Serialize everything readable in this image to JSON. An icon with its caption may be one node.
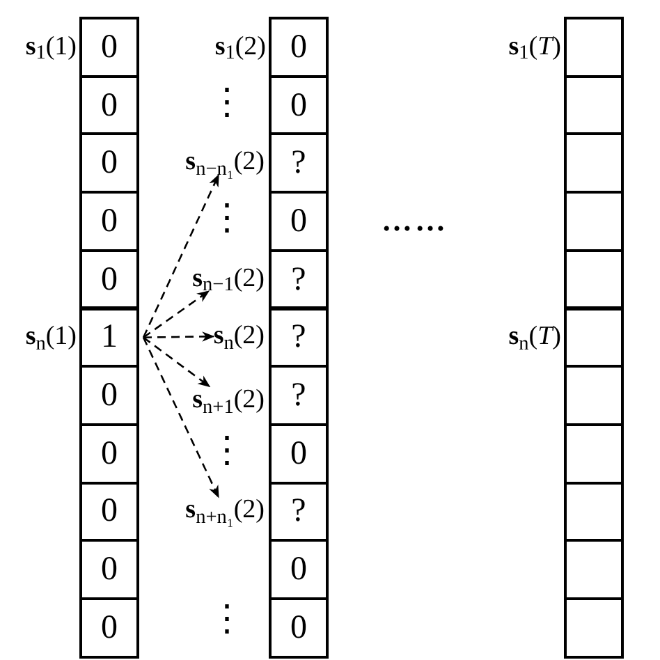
{
  "diagram": {
    "nodes": [
      {
        "text": [
          "0"
        ],
        "beside": [
          "**s**$_{1}$(1)"
        ]
      },
      {
        "text": [
          "0"
        ]
      },
      {
        "text": [
          "0"
        ]
      },
      {
        "text": [
          "0"
        ]
      },
      {
        "text": [
          "0"
        ]
      },
      {
        "text": [
          "1"
        ],
        "beside": [
          "**s**$_{n}$(1)"
        ]
      },
      {
        "text": [
          "0"
        ]
      },
      {
        "text": [
          "0"
        ]
      },
      {
        "text": [
          "0"
        ]
      },
      {
        "text": [
          "0"
        ]
      },
      {
        "text": [
          "0"
        ]
      },
      {
        "text": [
          "**s**$_{n−n₁}$(2)"
        ]
      },
      {
        "text": [
          "**s**$_{n−1}$(2)"
        ]
      },
      {
        "text": [
          "**s**$_{n}$(2)"
        ]
      },
      {
        "text": [
          "**s**$_{n+1}$(2)"
        ]
      },
      {
        "text": [
          "**s**$_{n+n₁}$(2)"
        ]
      },
      {
        "text": [
          "0"
        ],
        "beside": [
          "**s**$_{1}$(2)"
        ]
      },
      {
        "text": [
          "0"
        ]
      },
      {
        "text": [
          "?"
        ]
      },
      {
        "text": [
          "0"
        ]
      },
      {
        "text": [
          "?"
        ]
      },
      {
        "text": [
          "?"
        ]
      },
      {
        "text": [
          "?"
        ]
      },
      {
        "text": [
          "0"
        ]
      },
      {
        "text": [
          "?"
        ]
      },
      {
        "text": [
          "0"
        ]
      },
      {
        "text": [
          "0"
        ]
      },
      {
        "text": [],
        "shape": "box",
        "beside": [
          "**s**$_{1}$(*T*)"
        ]
      },
      {
        "text": [],
        "shape": "box"
      },
      {
        "text": [],
        "shape": "box"
      },
      {
        "text": [],
        "shape": "box"
      },
      {
        "text": [],
        "shape": "box"
      },
      {
        "text": [],
        "shape": "box",
        "beside": [
          "**s**$_{n}$(*T*)"
        ]
      },
      {
        "text": [],
        "shape": "box"
      },
      {
        "text": [],
        "shape": "box"
      },
      {
        "text": [],
        "shape": "box"
      },
      {
        "text": [],
        "shape": "box"
      },
      {
        "text": [],
        "shape": "box"
      }
    ],
    "edges": [
      {
        "from": 5,
        "to": 11,
        "arrow": "to",
        "style": "dashed"
      },
      {
        "from": 5,
        "to": 12,
        "arrow": "to",
        "style": "dashed"
      },
      {
        "from": 5,
        "to": 13,
        "arrow": "to",
        "style": "dashed"
      },
      {
        "from": 5,
        "to": 14,
        "arrow": "to",
        "style": "dashed"
      },
      {
        "from": 5,
        "to": 15,
        "arrow": "to",
        "style": "dashed"
      }
    ],
    "labels": [
      "⋮",
      "⋮",
      "⋮",
      "⋮",
      "……"
    ]
  }
}
